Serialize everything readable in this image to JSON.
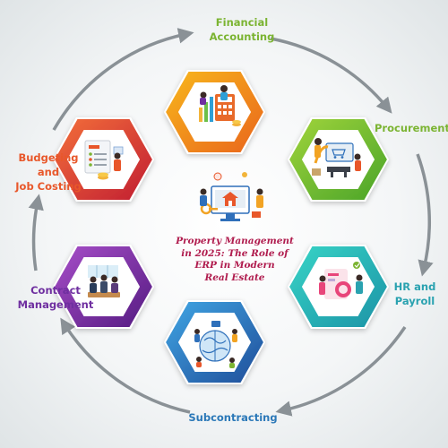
{
  "diagram": {
    "center_title_lines": [
      "Property Management",
      "in 2025: The Role of",
      "ERP in Modern",
      "Real Estate"
    ],
    "nodes": [
      {
        "id": "financial",
        "label_lines": [
          "Financial",
          "Accounting"
        ],
        "color": "#7bb432",
        "hex_color": "#f08a1c",
        "icon": "finance-team-illustration"
      },
      {
        "id": "procurement",
        "label_lines": [
          "Procurement"
        ],
        "color": "#7bb432",
        "hex_color": "#79c12d",
        "icon": "procurement-illustration"
      },
      {
        "id": "hr",
        "label_lines": [
          "HR and",
          "Payroll"
        ],
        "color": "#2aa2b0",
        "hex_color": "#1fb3b2",
        "icon": "hr-payroll-illustration"
      },
      {
        "id": "subcontracting",
        "label_lines": [
          "Subcontracting"
        ],
        "color": "#2b78b8",
        "hex_color": "#2e6fba",
        "icon": "global-network-illustration"
      },
      {
        "id": "contract",
        "label_lines": [
          "Contract",
          "Management"
        ],
        "color": "#6f2fa0",
        "hex_color": "#7a2fa3",
        "icon": "meeting-illustration"
      },
      {
        "id": "budgeting",
        "label_lines": [
          "Budgeting",
          "and",
          "Job Costing"
        ],
        "color": "#e8572a",
        "hex_color": "#de3f2d",
        "icon": "budgeting-illustration"
      }
    ],
    "cycle_arrow_color": "#8a9196",
    "center_icon": "property-management-illustration"
  }
}
